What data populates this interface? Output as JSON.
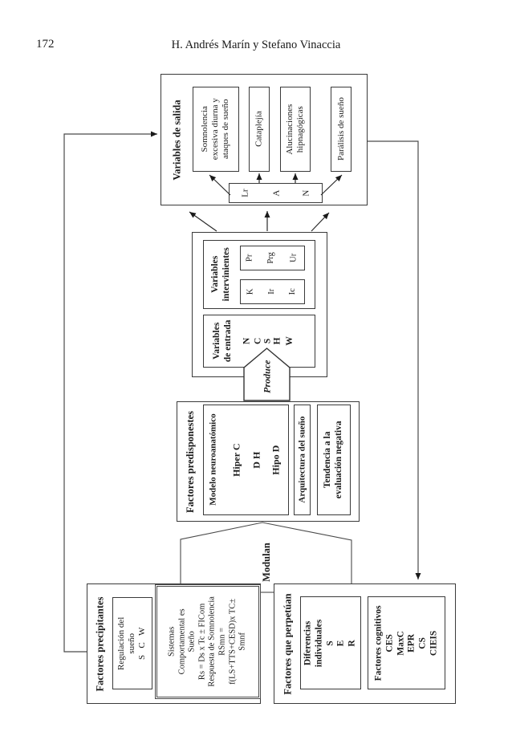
{
  "page": {
    "number": "172",
    "running_title": "H. Andrés Marín y Stefano Vinaccia"
  },
  "diagram": {
    "salida": {
      "title": "Variables de salida",
      "outputs": [
        [
          "Somnolencia",
          "excesiva diurna y",
          "ataques de sueño"
        ],
        [
          "Cataplejía"
        ],
        [
          "Alucinaciones",
          "hipnagógicas"
        ],
        [
          "Parálisis de sueño"
        ]
      ],
      "bar": [
        "Lr",
        "A",
        "N"
      ]
    },
    "intervinientes": {
      "title": [
        "Variables",
        "intervinientes"
      ],
      "row1": [
        "Pr",
        "Prg",
        "Ur"
      ],
      "row2": [
        "K",
        "Ir",
        "Ic"
      ]
    },
    "entrada": {
      "title": [
        "Variables",
        "de entrada"
      ],
      "letters": [
        "N",
        "C",
        "S",
        "H",
        "W"
      ]
    },
    "produce_label": "Produce",
    "modulan_label": "Modulan",
    "predisponentes": {
      "title": "Factores predisponestes",
      "modelo_title": "Modelo neuroanatómico",
      "modelo_items": [
        "Hiper C",
        "D H",
        "Hipo D"
      ],
      "arquitectura": "Arquitectura del sueño",
      "tendencia": [
        "Tendencia a la",
        "evaluación negativa"
      ]
    },
    "precipitantes": {
      "title": "Factores precipitantes",
      "regulacion": [
        "Regulación del",
        "sueño",
        "S   C   W"
      ],
      "sistemas": [
        "Sistemas",
        "Comportamental es",
        "Sueño",
        "Rs = Ds x Tc ± FICom",
        "Respuesta de Somnolencia",
        "RSmn =",
        "f(LS+TTS+CESD)x TC±",
        "Smnf"
      ]
    },
    "perpetuan": {
      "title": "Factores que perpetúan",
      "diferencias": [
        "Diferencias",
        "individuales",
        "S",
        "E",
        "R"
      ],
      "cognitivos": [
        "Factores cognitivos",
        "CES",
        "MaxC",
        "EPR",
        "CS",
        "CIEIS"
      ]
    }
  }
}
